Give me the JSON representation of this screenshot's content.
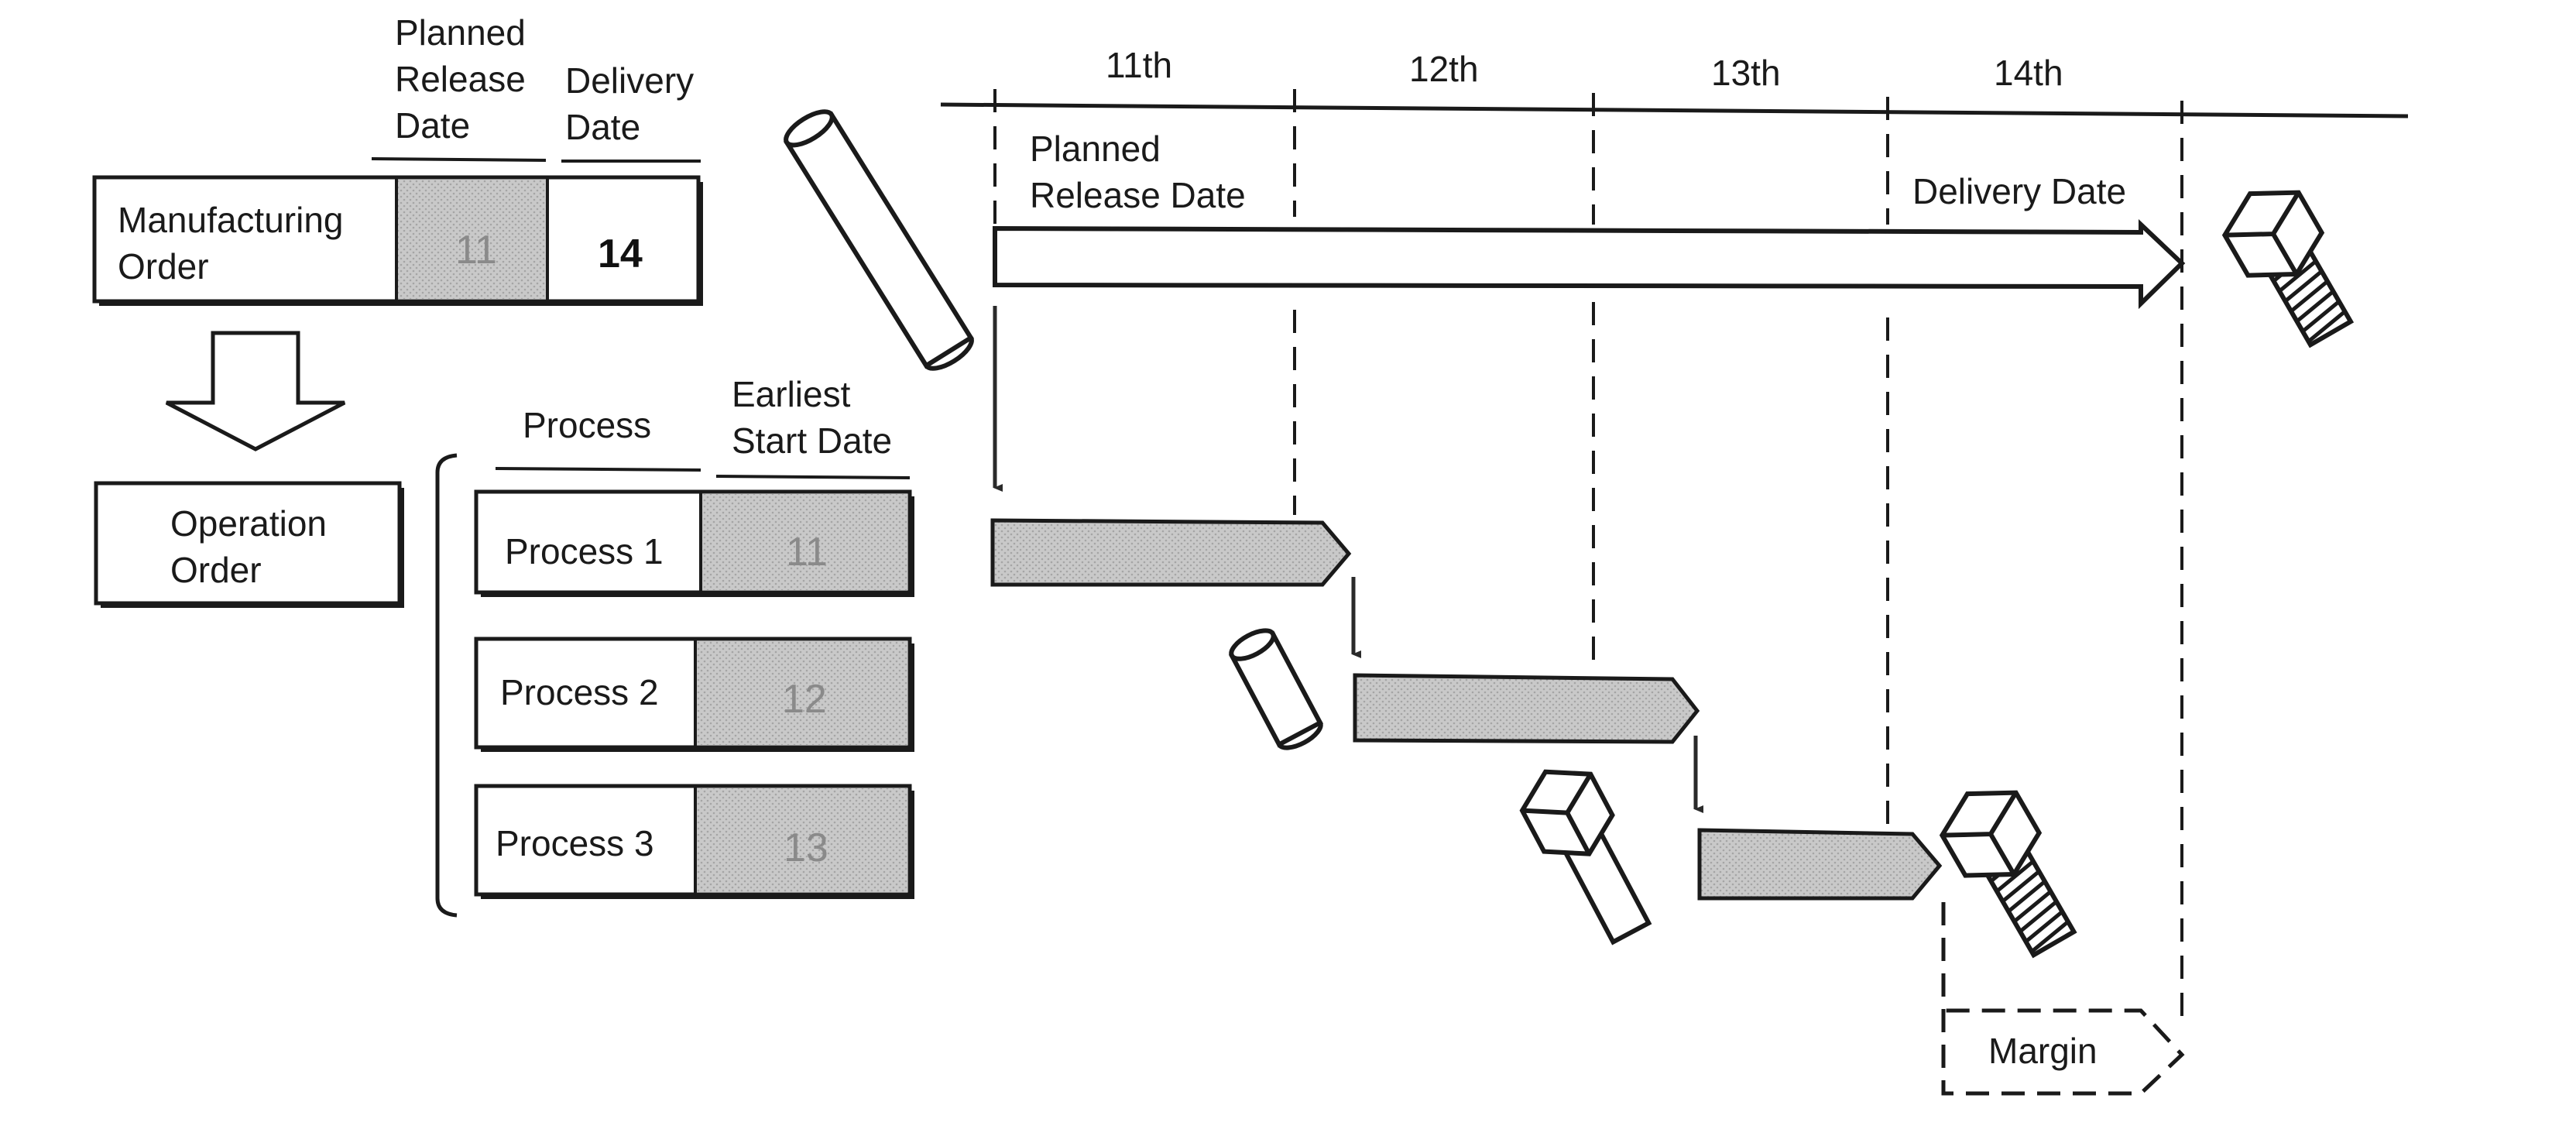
{
  "colors": {
    "stroke": "#1a1a1a",
    "bar_fill": "#c4c4c4",
    "text": "#1a1a1a",
    "faded_number": "#8a8a8a"
  },
  "headers": {
    "planned_release_line1": "Planned",
    "planned_release_line2": "Release",
    "planned_release_line3": "Date",
    "delivery_line1": "Delivery",
    "delivery_line2": "Date",
    "process": "Process",
    "earliest_line1": "Earliest",
    "earliest_line2": "Start Date"
  },
  "manufacturing_order": {
    "label_line1": "Manufacturing",
    "label_line2": "Order",
    "planned_release": "11",
    "delivery": "14"
  },
  "operation_order": {
    "label_line1": "Operation",
    "label_line2": "Order"
  },
  "processes": [
    {
      "name": "Process 1",
      "earliest_start": "11"
    },
    {
      "name": "Process 2",
      "earliest_start": "12"
    },
    {
      "name": "Process 3",
      "earliest_start": "13"
    }
  ],
  "timeline": {
    "days": [
      "11th",
      "12th",
      "13th",
      "14th"
    ],
    "planned_release_line1": "Planned",
    "planned_release_line2": "Release Date",
    "delivery_date": "Delivery Date",
    "margin": "Margin"
  },
  "icons": [
    "raw-bar-icon",
    "bolt-icon"
  ]
}
